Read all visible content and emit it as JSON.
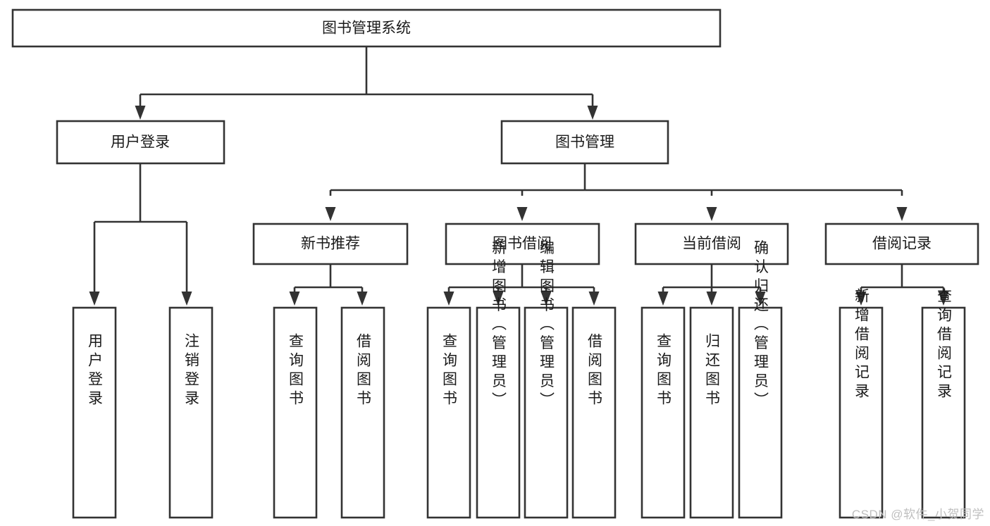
{
  "diagram": {
    "type": "tree",
    "title": "图书管理系统",
    "watermark": "CSDN @软件_小贺同学",
    "colors": {
      "stroke": "#333333",
      "fill": "#ffffff",
      "text": "#1a1a1a",
      "watermark": "#bfbfbf"
    },
    "levels": {
      "root": {
        "label": "图书管理系统"
      },
      "level2": [
        {
          "label": "用户登录"
        },
        {
          "label": "图书管理"
        }
      ],
      "level3": [
        {
          "label": "新书推荐"
        },
        {
          "label": "图书借阅"
        },
        {
          "label": "当前借阅"
        },
        {
          "label": "借阅记录"
        }
      ],
      "leaves": [
        {
          "label": "用户登录",
          "parent": "用户登录"
        },
        {
          "label": "注销登录",
          "parent": "用户登录"
        },
        {
          "label": "查询图书",
          "parent": "新书推荐"
        },
        {
          "label": "借阅图书",
          "parent": "新书推荐"
        },
        {
          "label": "查询图书",
          "parent": "图书借阅"
        },
        {
          "label": "新增图书（管理员）",
          "parent": "图书借阅"
        },
        {
          "label": "编辑图书（管理员）",
          "parent": "图书借阅"
        },
        {
          "label": "借阅图书",
          "parent": "图书借阅"
        },
        {
          "label": "查询图书",
          "parent": "当前借阅"
        },
        {
          "label": "归还图书",
          "parent": "当前借阅"
        },
        {
          "label": "确认归还（管理员）",
          "parent": "当前借阅"
        },
        {
          "label": "新增借阅记录",
          "parent": "借阅记录"
        },
        {
          "label": "查询借阅记录",
          "parent": "借阅记录"
        }
      ]
    }
  }
}
